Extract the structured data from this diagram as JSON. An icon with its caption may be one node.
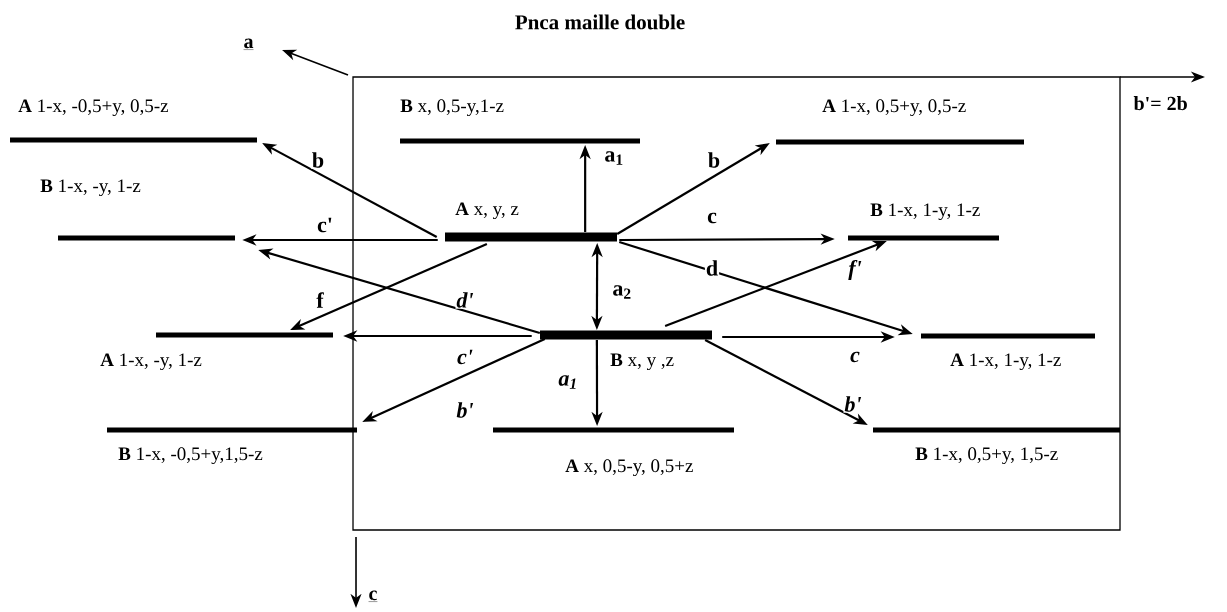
{
  "diagram": {
    "title": "Pnca maille double",
    "nodes": [
      {
        "text": [
          "**A** 1-x, -0,5+y, 0,5-z"
        ]
      },
      {
        "text": [
          "**B** x, 0,5-y,1-z"
        ]
      },
      {
        "text": [
          "**A** 1-x, 0,5+y, 0,5-z"
        ]
      },
      {
        "text": [
          "**B** 1-x, -y, 1-z"
        ]
      },
      {
        "text": [
          "**A** x, y, z"
        ]
      },
      {
        "text": [
          "**B** 1-x, 1-y, 1-z"
        ]
      },
      {
        "text": [
          "**A** 1-x, -y, 1-z"
        ]
      },
      {
        "text": [
          "**B** x, y ,z"
        ]
      },
      {
        "text": [
          "**A** 1-x, 1-y, 1-z"
        ]
      },
      {
        "text": [
          "**B** 1-x, -0,5+y,1,5-z"
        ]
      },
      {
        "text": [
          "**A** x, 0,5-y, 0,5+z"
        ]
      },
      {
        "text": [
          "**B** 1-x, 0,5+y, 1,5-z"
        ]
      }
    ],
    "edges": [
      {
        "from": 4,
        "to": 1,
        "arrow": "to",
        "label": "a$_{1}$"
      },
      {
        "from": 4,
        "to": 7,
        "arrow": "both",
        "label": "a$_{2}$"
      },
      {
        "from": 7,
        "to": 10,
        "arrow": "to",
        "label": "a$_{1}$"
      },
      {
        "from": 4,
        "to": 0,
        "arrow": "to",
        "label": "b"
      },
      {
        "from": 4,
        "to": 2,
        "arrow": "to",
        "label": "b"
      },
      {
        "from": 4,
        "to": 3,
        "arrow": "to",
        "label": "c'"
      },
      {
        "from": 4,
        "to": 5,
        "arrow": "to",
        "label": "c"
      },
      {
        "from": 4,
        "to": 8,
        "arrow": "to",
        "label": "d"
      },
      {
        "from": 4,
        "to": 6,
        "arrow": "to",
        "label": "f"
      },
      {
        "from": 7,
        "to": 3,
        "arrow": "to",
        "label": "d'"
      },
      {
        "from": 7,
        "to": 6,
        "arrow": "to",
        "label": "c'"
      },
      {
        "from": 7,
        "to": 9,
        "arrow": "to",
        "label": "b'"
      },
      {
        "from": 7,
        "to": 5,
        "arrow": "to",
        "label": "f'"
      },
      {
        "from": 7,
        "to": 8,
        "arrow": "to",
        "label": "c"
      },
      {
        "from": 7,
        "to": 11,
        "arrow": "to",
        "label": "b'"
      }
    ],
    "labels": [
      "a",
      "b'= 2b",
      "c"
    ]
  }
}
